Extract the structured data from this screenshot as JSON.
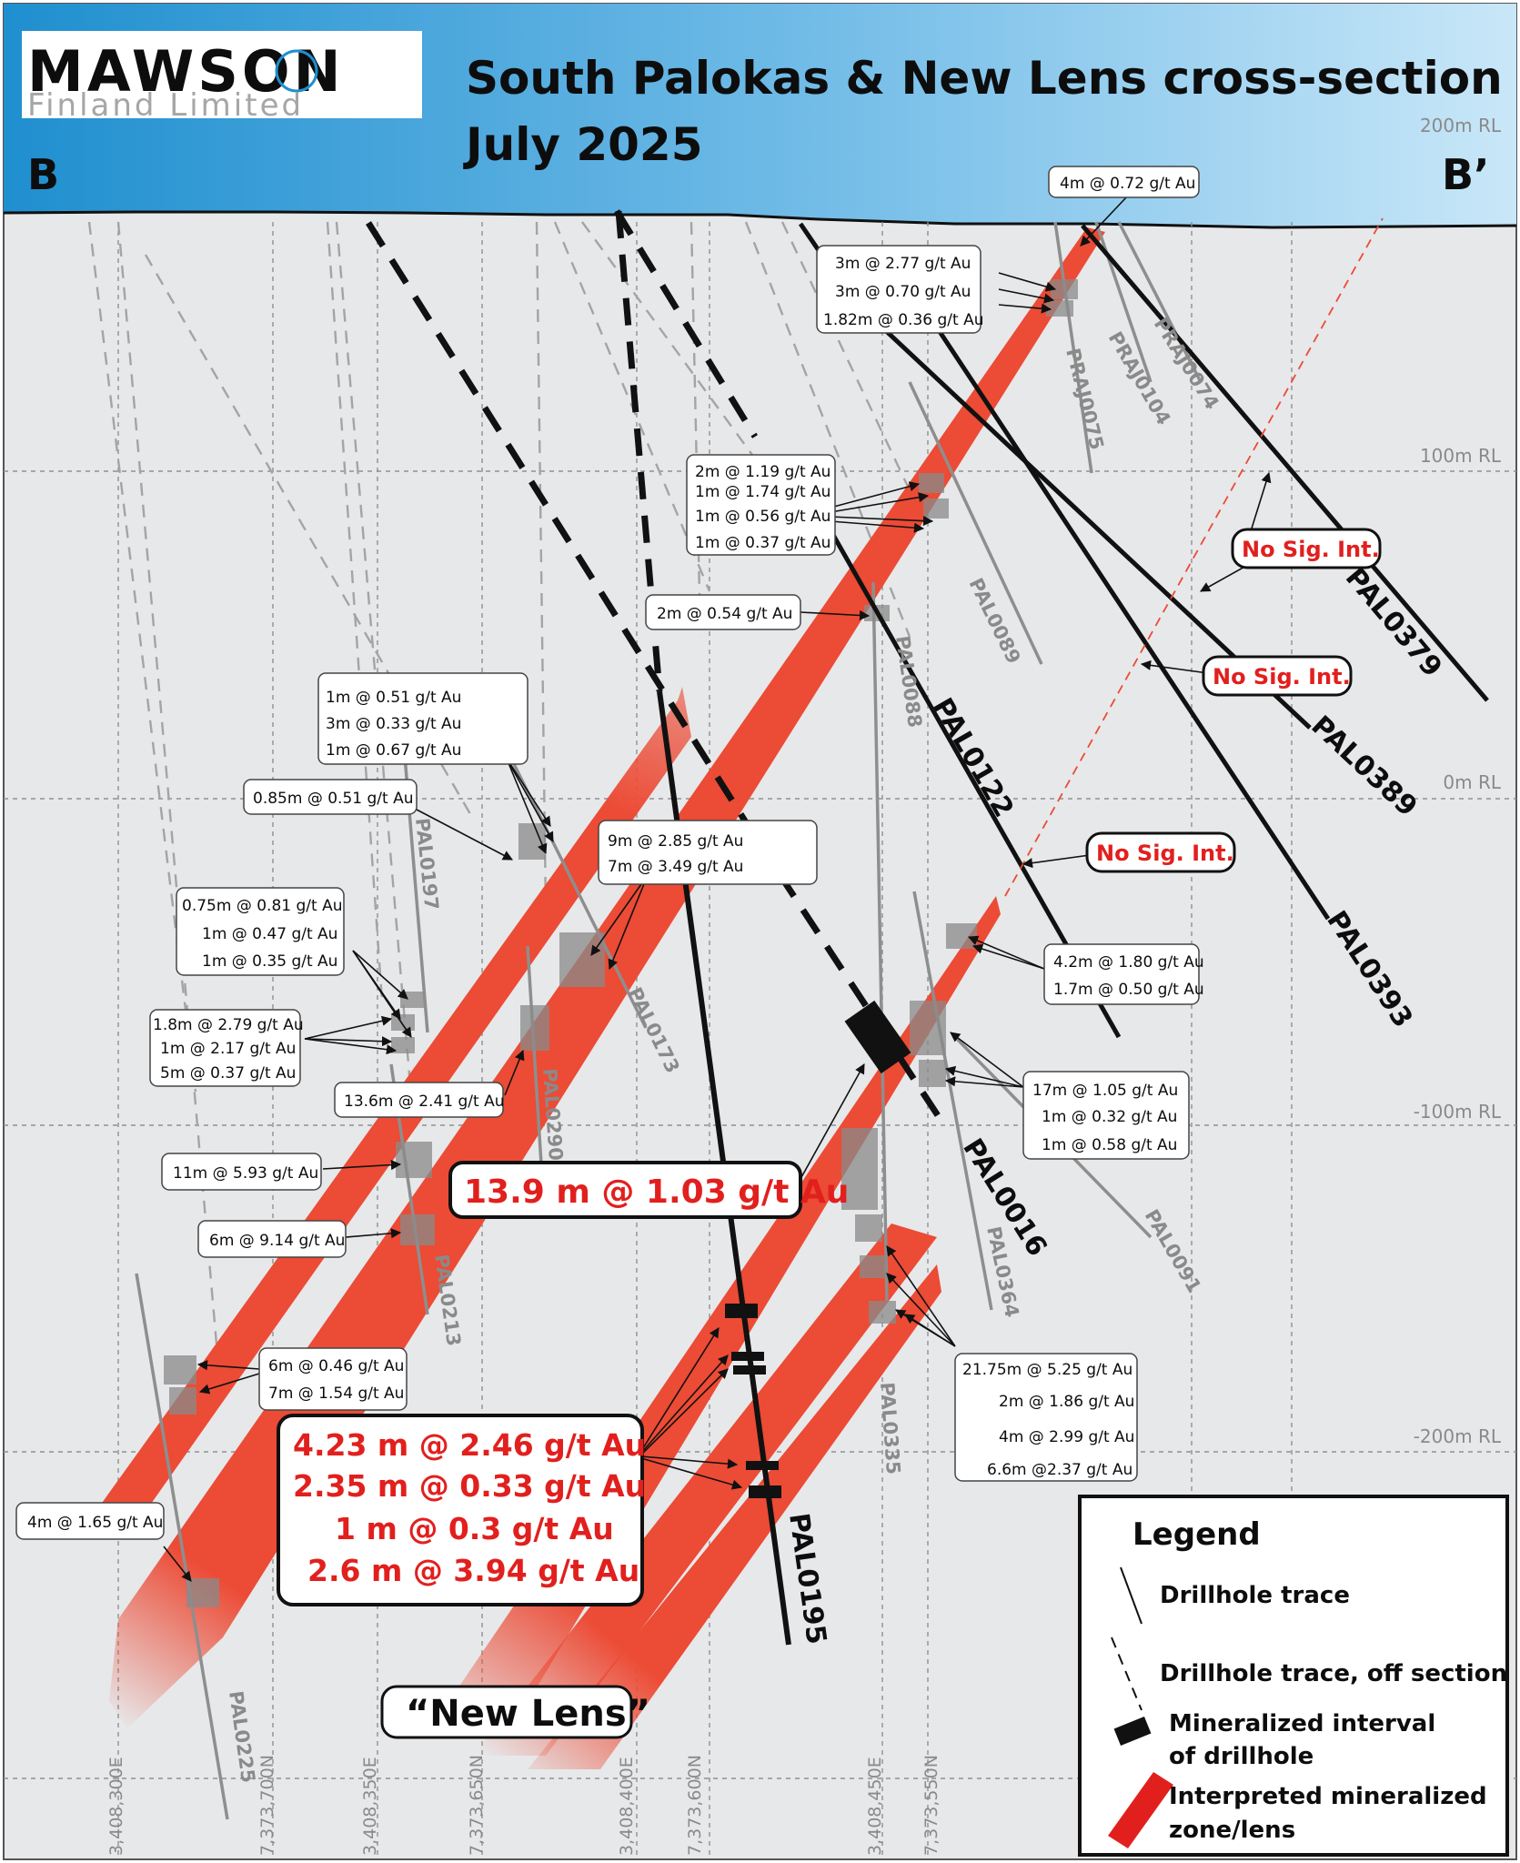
{
  "header": {
    "logo_main": "MAWSON",
    "logo_sub": "Finland Limited",
    "title_line1": "South Palokas & New Lens cross-section",
    "title_line2": "July 2025",
    "left_end": "B",
    "right_end": "B’"
  },
  "rl_labels": [
    "200m RL",
    "100m RL",
    "0m RL",
    "-100m RL",
    "-200m RL"
  ],
  "grid_labels": [
    "3,408,300E",
    "7,373,700N",
    "3,408,350E",
    "7,373,650N",
    "3,408,400E",
    "7,373,600N",
    "3,408,450E",
    "7,373,550N"
  ],
  "main_holes": [
    "PAL0379",
    "PAL0389",
    "PAL0393",
    "PAL0122",
    "PAL0016",
    "PAL0195"
  ],
  "minor_holes": [
    "PRAJ0074",
    "PRAJ0104",
    "PRAJ0075",
    "PAL0089",
    "PAL0088",
    "PAL0197",
    "PAL0173",
    "PAL0290",
    "PAL0213",
    "PAL0364",
    "PAL0091",
    "PAL0335",
    "PAL0225"
  ],
  "no_sig": "No Sig. Int.",
  "callouts": {
    "c1": [
      "4m @ 0.72 g/t Au"
    ],
    "c2": [
      "3m @ 2.77 g/t Au",
      "3m @ 0.70 g/t Au",
      "1.82m @ 0.36 g/t Au"
    ],
    "c3": [
      "2m @ 1.19 g/t Au",
      "1m @ 1.74 g/t Au",
      "1m @ 0.56 g/t Au",
      "1m @ 0.37 g/t Au"
    ],
    "c4": [
      "2m @ 0.54 g/t Au"
    ],
    "c5": [
      "1m @ 0.51 g/t Au",
      "3m @ 0.33 g/t Au",
      "1m @ 0.67 g/t Au"
    ],
    "c6": [
      "0.85m @ 0.51 g/t Au"
    ],
    "c7": [
      "9m @ 2.85 g/t Au",
      "7m @ 3.49 g/t Au"
    ],
    "c8": [
      "0.75m @ 0.81 g/t Au",
      "1m @ 0.47 g/t Au",
      "1m @ 0.35 g/t Au"
    ],
    "c9": [
      "1.8m @ 2.79 g/t Au",
      "1m @ 2.17 g/t Au",
      "5m @ 0.37 g/t Au"
    ],
    "c10": [
      "13.6m @ 2.41 g/t Au"
    ],
    "c11": [
      "4.2m @ 1.80 g/t Au",
      "1.7m @ 0.50 g/t Au"
    ],
    "c12": [
      "17m @ 1.05 g/t Au",
      "1m @ 0.32 g/t Au",
      "1m @ 0.58 g/t Au"
    ],
    "c13": [
      "11m @ 5.93 g/t Au"
    ],
    "c14": [
      "6m @ 9.14 g/t Au"
    ],
    "c15": [
      "6m @ 0.46 g/t Au",
      "7m @ 1.54 g/t Au"
    ],
    "c16": [
      "21.75m @ 5.25 g/t Au",
      "2m @ 1.86 g/t Au",
      "4m @ 2.99 g/t Au",
      "6.6m @2.37 g/t Au"
    ],
    "c17": [
      "4m @ 1.65 g/t Au"
    ],
    "big1": "13.9 m @ 1.03 g/t Au",
    "big2": [
      "4.23 m @ 2.46 g/t Au",
      "2.35 m @ 0.33 g/t Au",
      "1 m @ 0.3 g/t Au",
      "2.6 m @ 3.94 g/t Au"
    ],
    "new_lens": "“New Lens”"
  },
  "legend": {
    "title": "Legend",
    "items": [
      "Drillhole trace",
      "Drillhole trace, off section",
      "Mineralized interval",
      "of drillhole",
      "Interpreted mineralized",
      "zone/lens"
    ]
  },
  "colors": {
    "zone": "#ec4b35",
    "header_dark": "#1f8fcf",
    "header_light": "#bfe2f6",
    "background": "#e7e8ea",
    "highlight_text": "#e1201e"
  }
}
